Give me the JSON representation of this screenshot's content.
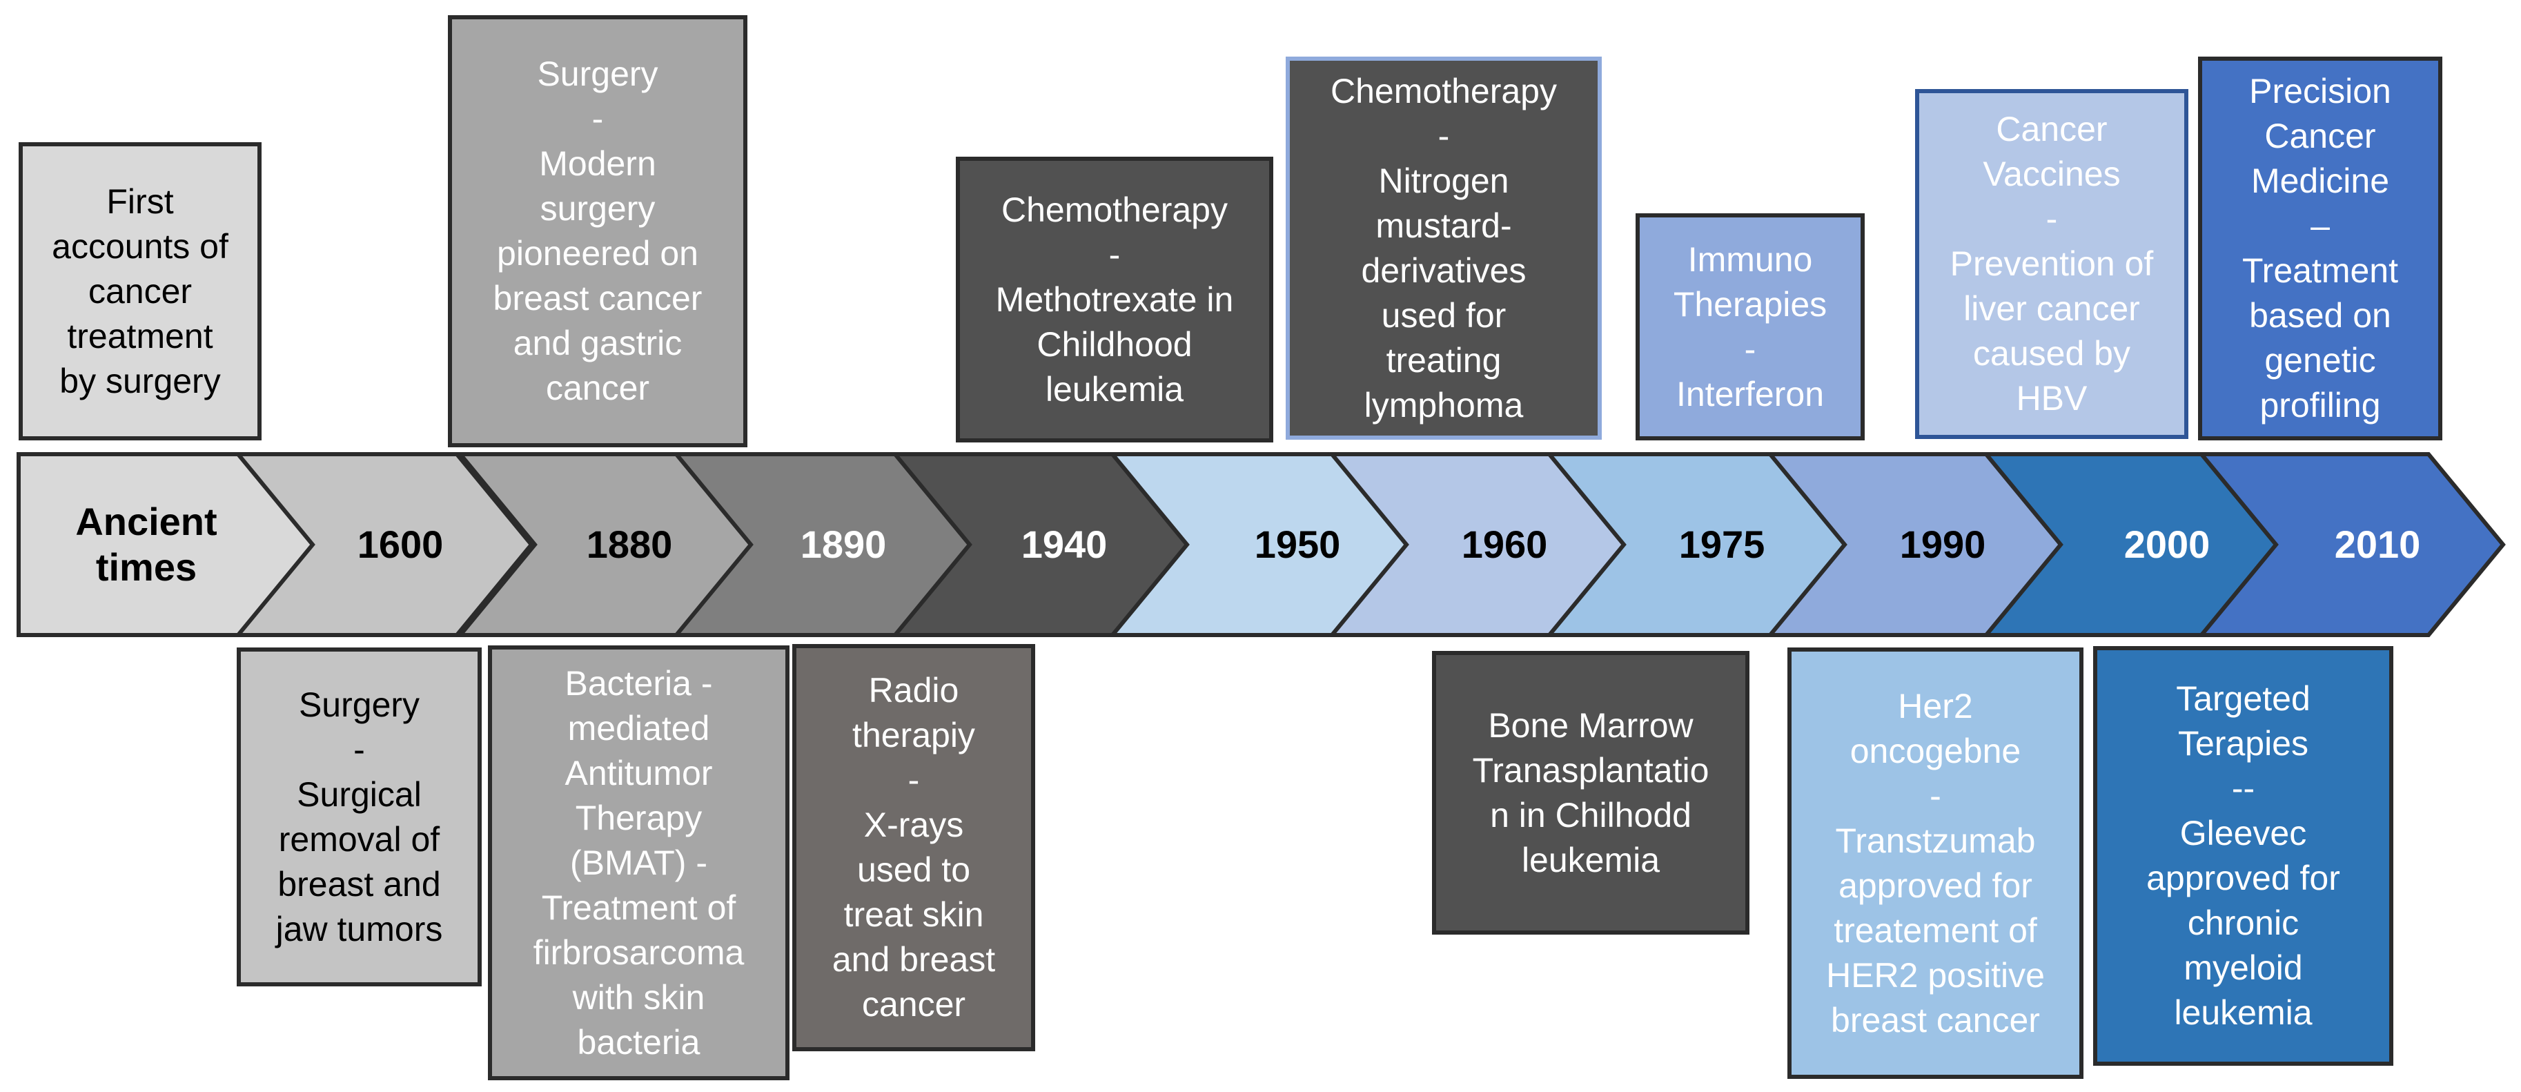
{
  "colors": {
    "outline": "#2b2b2b",
    "gray_shades": [
      "#d9d9d9",
      "#c4c4c4",
      "#a6a6a6",
      "#7f7f7f",
      "#515151"
    ],
    "blue_shades": [
      "#bdd7ee",
      "#b4c7e7",
      "#9dc3e6",
      "#8faadc",
      "#2e75b6",
      "#4472c4"
    ]
  },
  "timeline": [
    {
      "label": "Ancient\ntimes",
      "fill": "#d9d9d9",
      "text_color": "#000000"
    },
    {
      "label": "1600",
      "fill": "#c4c4c4",
      "text_color": "#000000"
    },
    {
      "label": "1880",
      "fill": "#a6a6a6",
      "text_color": "#000000"
    },
    {
      "label": "1890",
      "fill": "#7f7f7f",
      "text_color": "#ffffff"
    },
    {
      "label": "1940",
      "fill": "#515151",
      "text_color": "#ffffff"
    },
    {
      "label": "1950",
      "fill": "#bdd7ee",
      "text_color": "#000000"
    },
    {
      "label": "1960",
      "fill": "#b4c7e7",
      "text_color": "#000000"
    },
    {
      "label": "1975",
      "fill": "#9dc3e6",
      "text_color": "#000000"
    },
    {
      "label": "1990",
      "fill": "#8faadc",
      "text_color": "#000000"
    },
    {
      "label": "2000",
      "fill": "#2e75b6",
      "text_color": "#ffffff"
    },
    {
      "label": "2010",
      "fill": "#4472c4",
      "text_color": "#ffffff"
    }
  ],
  "events": {
    "ancient_first_accounts": "First\naccounts of\ncancer\ntreatment\nby surgery",
    "surgery_modern": "Surgery\n-\nModern\nsurgery\npioneered on\nbreast cancer\nand  gastric\ncancer",
    "chemo_methotrexate": "Chemotherapy\n-\nMethotrexate in\nChildhood\nleukemia",
    "chemo_nitrogen": "Chemotherapy\n-\nNitrogen\nmustard-\nderivatives\nused for\ntreating\nlymphoma",
    "immuno_interferon": "Immuno\nTherapies\n-\nInterferon",
    "cancer_vaccines": "Cancer\nVaccines\n-\nPrevention of\nliver cancer\ncaused by\nHBV",
    "precision_medicine": "Precision\nCancer\nMedicine\n–\nTreatment\nbased on\ngenetic\nprofiling",
    "surgery_removal": "Surgery\n-\nSurgical\nremoval of\nbreast and\njaw tumors",
    "bmat": "Bacteria -\nmediated\nAntitumor\nTherapy\n(BMAT) -\nTreatment of\nfirbrosarcoma\nwith skin\nbacteria",
    "radio_therapy": "Radio\ntherapiy\n-\nX-rays\nused to\ntreat skin\nand breast\ncancer",
    "bone_marrow": "Bone Marrow\nTranasplantatio\nn  in Chilhodd\nleukemia",
    "her2": "Her2\noncogebne\n-\nTranstzumab\napproved for\ntreatement of\nHER2 positive\nbreast cancer",
    "targeted_therapies": "Targeted\nTerapies\n--\nGleevec\napproved for\nchronic\nmyeloid\nleukemia"
  }
}
